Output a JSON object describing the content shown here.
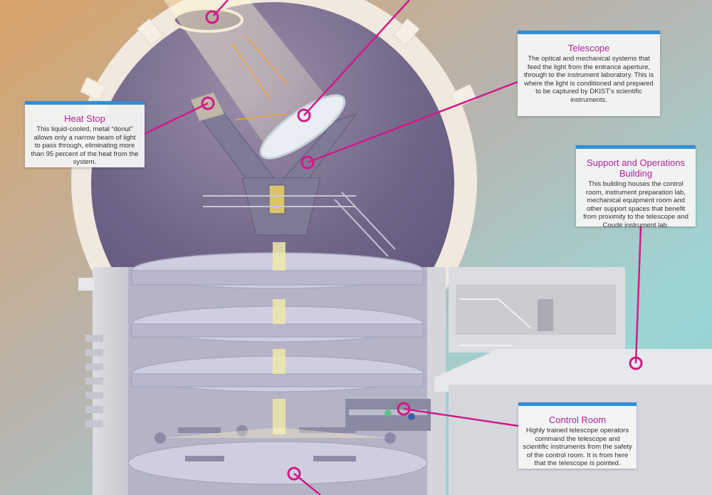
{
  "colors": {
    "accent": "#d01b86",
    "callout_border": "#2f8fd8",
    "callout_title": "#b0229a",
    "sky_top": "#d9a46a",
    "sky_bottom": "#8fd6d6"
  },
  "callouts": {
    "telescope": {
      "title": "Telescope",
      "body": "The optical and mechanical systems that feed the light from the entrance aperture, through to the instrument laboratory. This is where the light is conditioned and prepared to be captured by DKIST's scientific instruments."
    },
    "heat_stop": {
      "title": "Heat Stop",
      "body": "This liquid-cooled, metal “donut” allows only a narrow beam of light to pass through, eliminating more than 95 percent of the heat from the system."
    },
    "support_building": {
      "title": "Support and Operations Building",
      "body": "This building houses the control room, instrument preparation lab, mechanical equipment room and other support spaces that benefit from proximity to the telescope and Coudé instrument lab."
    },
    "control_room": {
      "title": "Control Room",
      "body": "Highly trained telescope operators command the telescope and scientific instruments from the safety of the control room. It is from here that the telescope is pointed."
    }
  }
}
